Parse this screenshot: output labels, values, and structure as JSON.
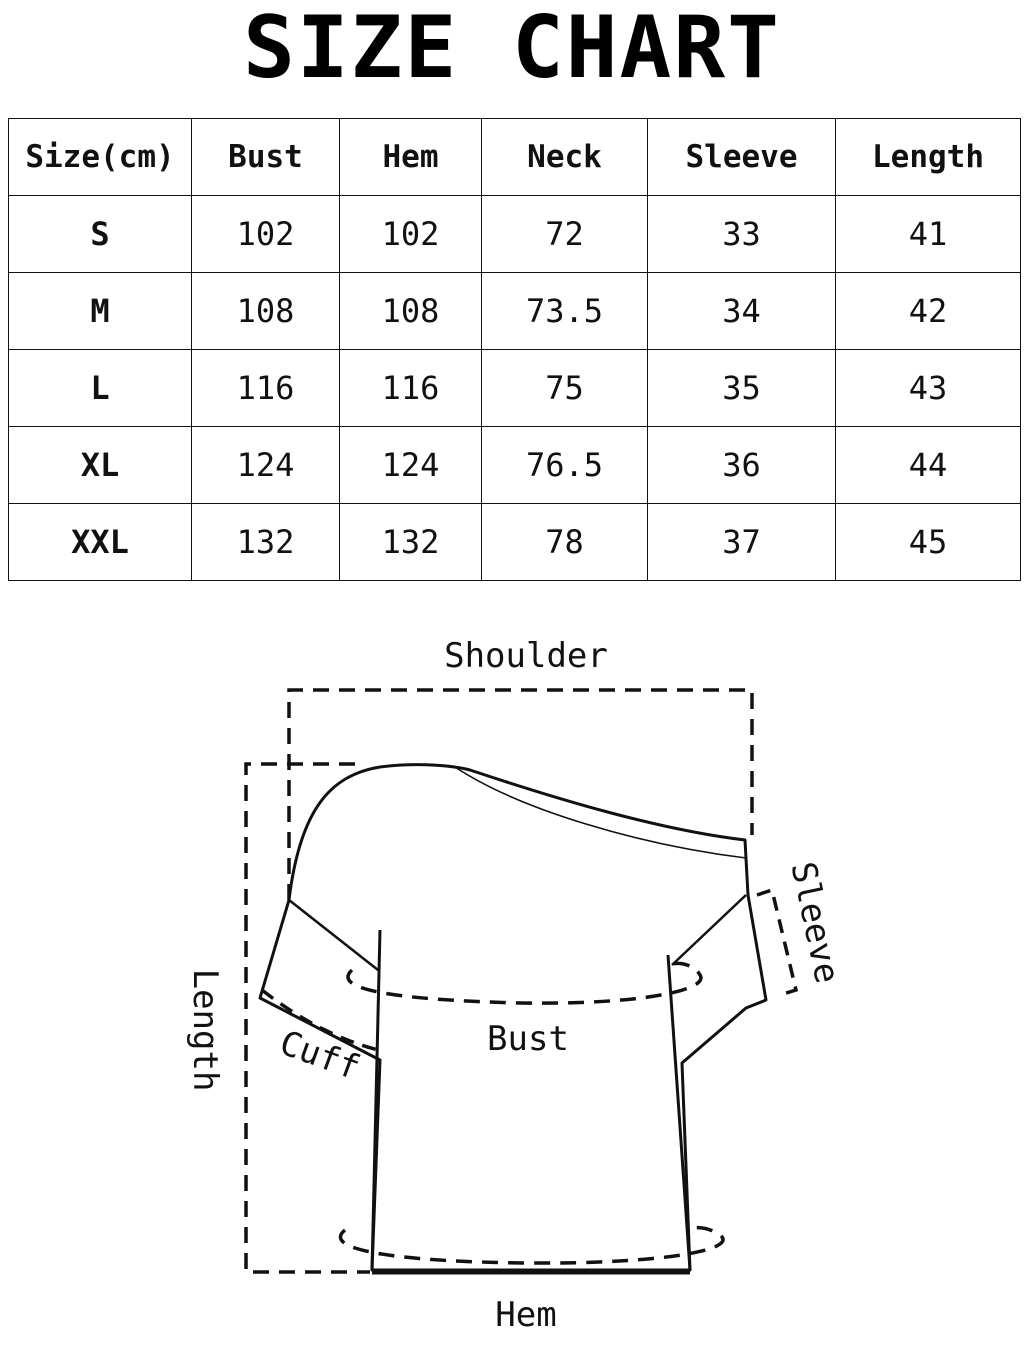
{
  "title": "SIZE CHART",
  "table": {
    "headers": [
      "Size(cm)",
      "Bust",
      "Hem",
      "Neck",
      "Sleeve",
      "Length"
    ],
    "rows": [
      [
        "S",
        "102",
        "102",
        "72",
        "33",
        "41"
      ],
      [
        "M",
        "108",
        "108",
        "73.5",
        "34",
        "42"
      ],
      [
        "L",
        "116",
        "116",
        "75",
        "35",
        "43"
      ],
      [
        "XL",
        "124",
        "124",
        "76.5",
        "36",
        "44"
      ],
      [
        "XXL",
        "132",
        "132",
        "78",
        "37",
        "45"
      ]
    ]
  },
  "diagram": {
    "labels": {
      "shoulder": "Shoulder",
      "sleeve": "Sleeve",
      "length": "Length",
      "cuff": "Cuff",
      "bust": "Bust",
      "hem": "Hem"
    }
  }
}
